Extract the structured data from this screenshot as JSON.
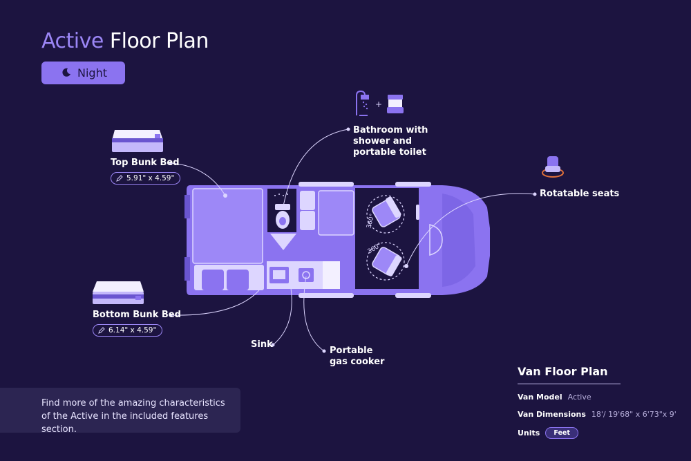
{
  "title": {
    "accent": "Active",
    "rest": "Floor Plan"
  },
  "mode_toggle": {
    "label": "Night",
    "icon": "moon-icon"
  },
  "callouts": {
    "top_bunk": {
      "label": "Top Bunk Bed",
      "dimensions": "5.91\" x 4.59\""
    },
    "bottom_bunk": {
      "label": "Bottom Bunk Bed",
      "dimensions": "6.14\" x 4.59\""
    },
    "bathroom": {
      "line1": "Bathroom with",
      "line2": "shower and",
      "line3": "portable toilet"
    },
    "seats": {
      "label": "Rotatable seats"
    },
    "sink": {
      "label": "Sink"
    },
    "cooker": {
      "line1": "Portable",
      "line2": "gas cooker"
    },
    "rotation_label": "360°"
  },
  "note": {
    "line1": "Find more of the amazing characteristics",
    "line2": "of the Active in the included features section."
  },
  "spec": {
    "heading": "Van Floor Plan",
    "model_label": "Van Model",
    "model_value": "Active",
    "dimensions_label": "Van Dimensions",
    "dimensions_value": "18'/ 19'68\" x 6'73\"x 9'",
    "units_label": "Units",
    "units_value": "Feet"
  },
  "colors": {
    "background": "#1c1440",
    "accent": "#8b73f0",
    "van_body": "#8b73f0",
    "van_light": "#ddd6ff",
    "dark_fill": "#1c1440"
  }
}
